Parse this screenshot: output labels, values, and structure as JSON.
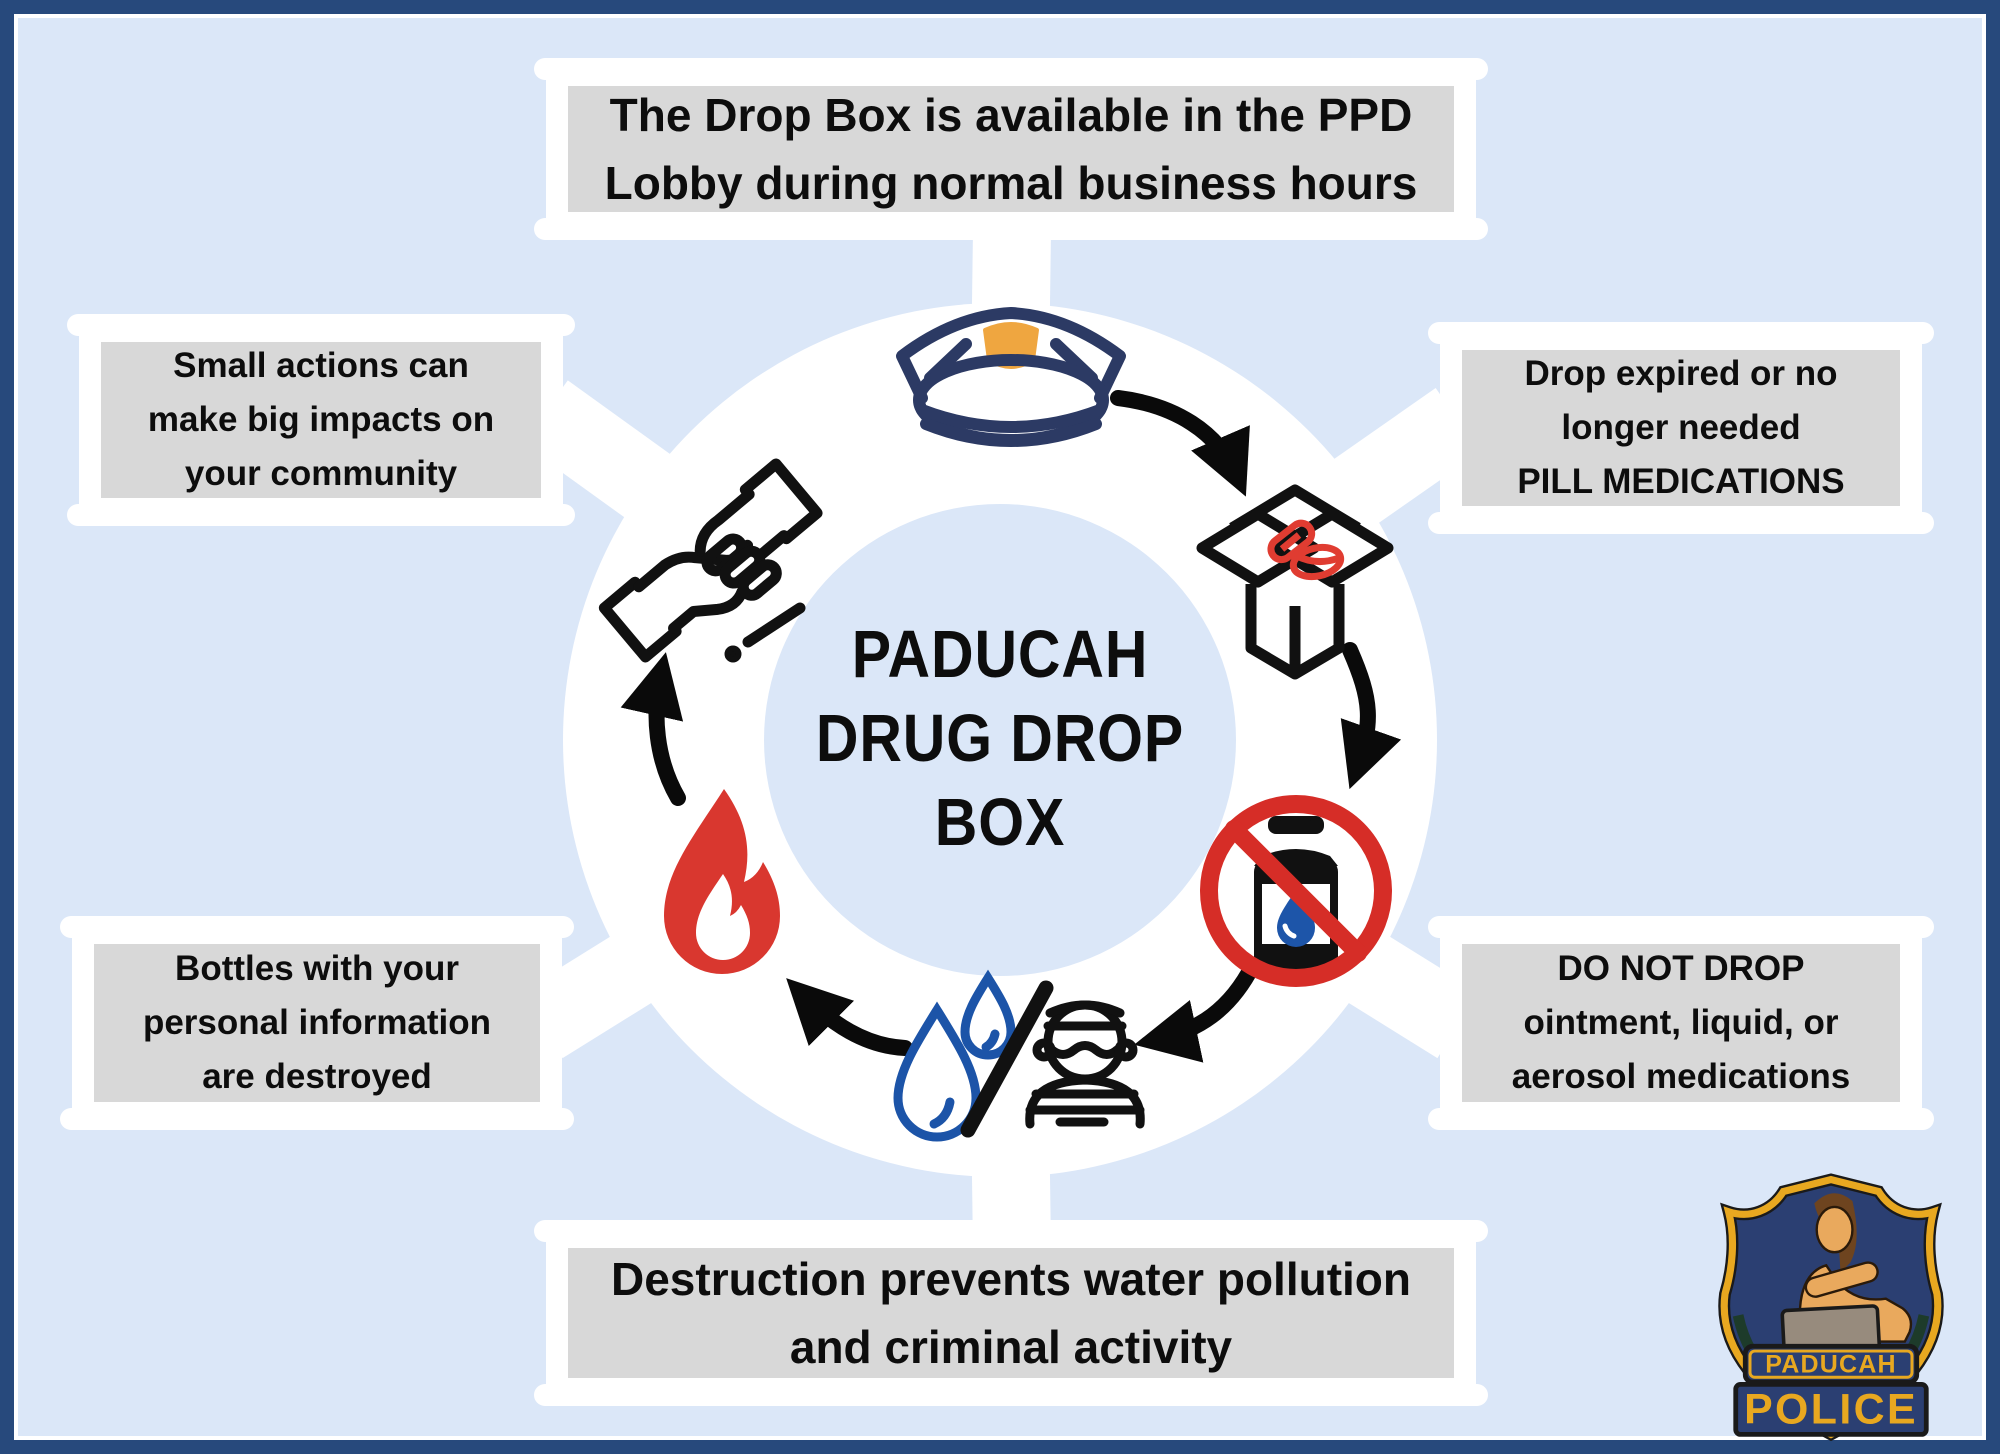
{
  "page": {
    "title": "Paducah Drug Drop Box infographic",
    "colors": {
      "background": "#dbe7f8",
      "border_navy": "#27497c",
      "box_gray": "#d8d8d8",
      "ring_white": "#ffffff",
      "text_black": "#0d0d0d",
      "cap_navy": "#2c3a64",
      "badge_orange": "#efa640",
      "fire_red": "#d9372f",
      "prohibition_red": "#d62d27",
      "pill_red": "#e03c31",
      "drop_blue": "#1c54a8",
      "logo_gold": "#e8a820",
      "logo_navy": "#2b3f72"
    }
  },
  "center": {
    "line1": "PADUCAH",
    "line2": "DRUG DROP",
    "line3": "BOX"
  },
  "banners": {
    "top": {
      "line1": "The Drop Box is available in the PPD",
      "line2": "Lobby during normal business hours"
    },
    "bottom": {
      "line1": "Destruction prevents water pollution",
      "line2": "and criminal activity"
    }
  },
  "boxes": {
    "top_left": {
      "line1": "Small actions can",
      "line2": "make big impacts on",
      "line3": "your community"
    },
    "top_right": {
      "line1": "Drop expired or no",
      "line2": "longer needed",
      "line3": "PILL MEDICATIONS"
    },
    "bottom_left": {
      "line1": "Bottles with your",
      "line2": "personal information",
      "line3": "are destroyed"
    },
    "bottom_right": {
      "line1": "DO NOT DROP",
      "line2": "ointment, liquid, or",
      "line3": "aerosol medications"
    }
  },
  "cycle_icons": {
    "step1": "police-cap-icon",
    "step2": "open-box-with-pills-icon",
    "step3": "no-liquid-bottle-icon",
    "step4": "water-drops-and-thief-crossed-icon",
    "step5": "fire-icon",
    "step6": "handshake-icon"
  },
  "logo": {
    "city": "PADUCAH",
    "dept": "POLICE"
  }
}
